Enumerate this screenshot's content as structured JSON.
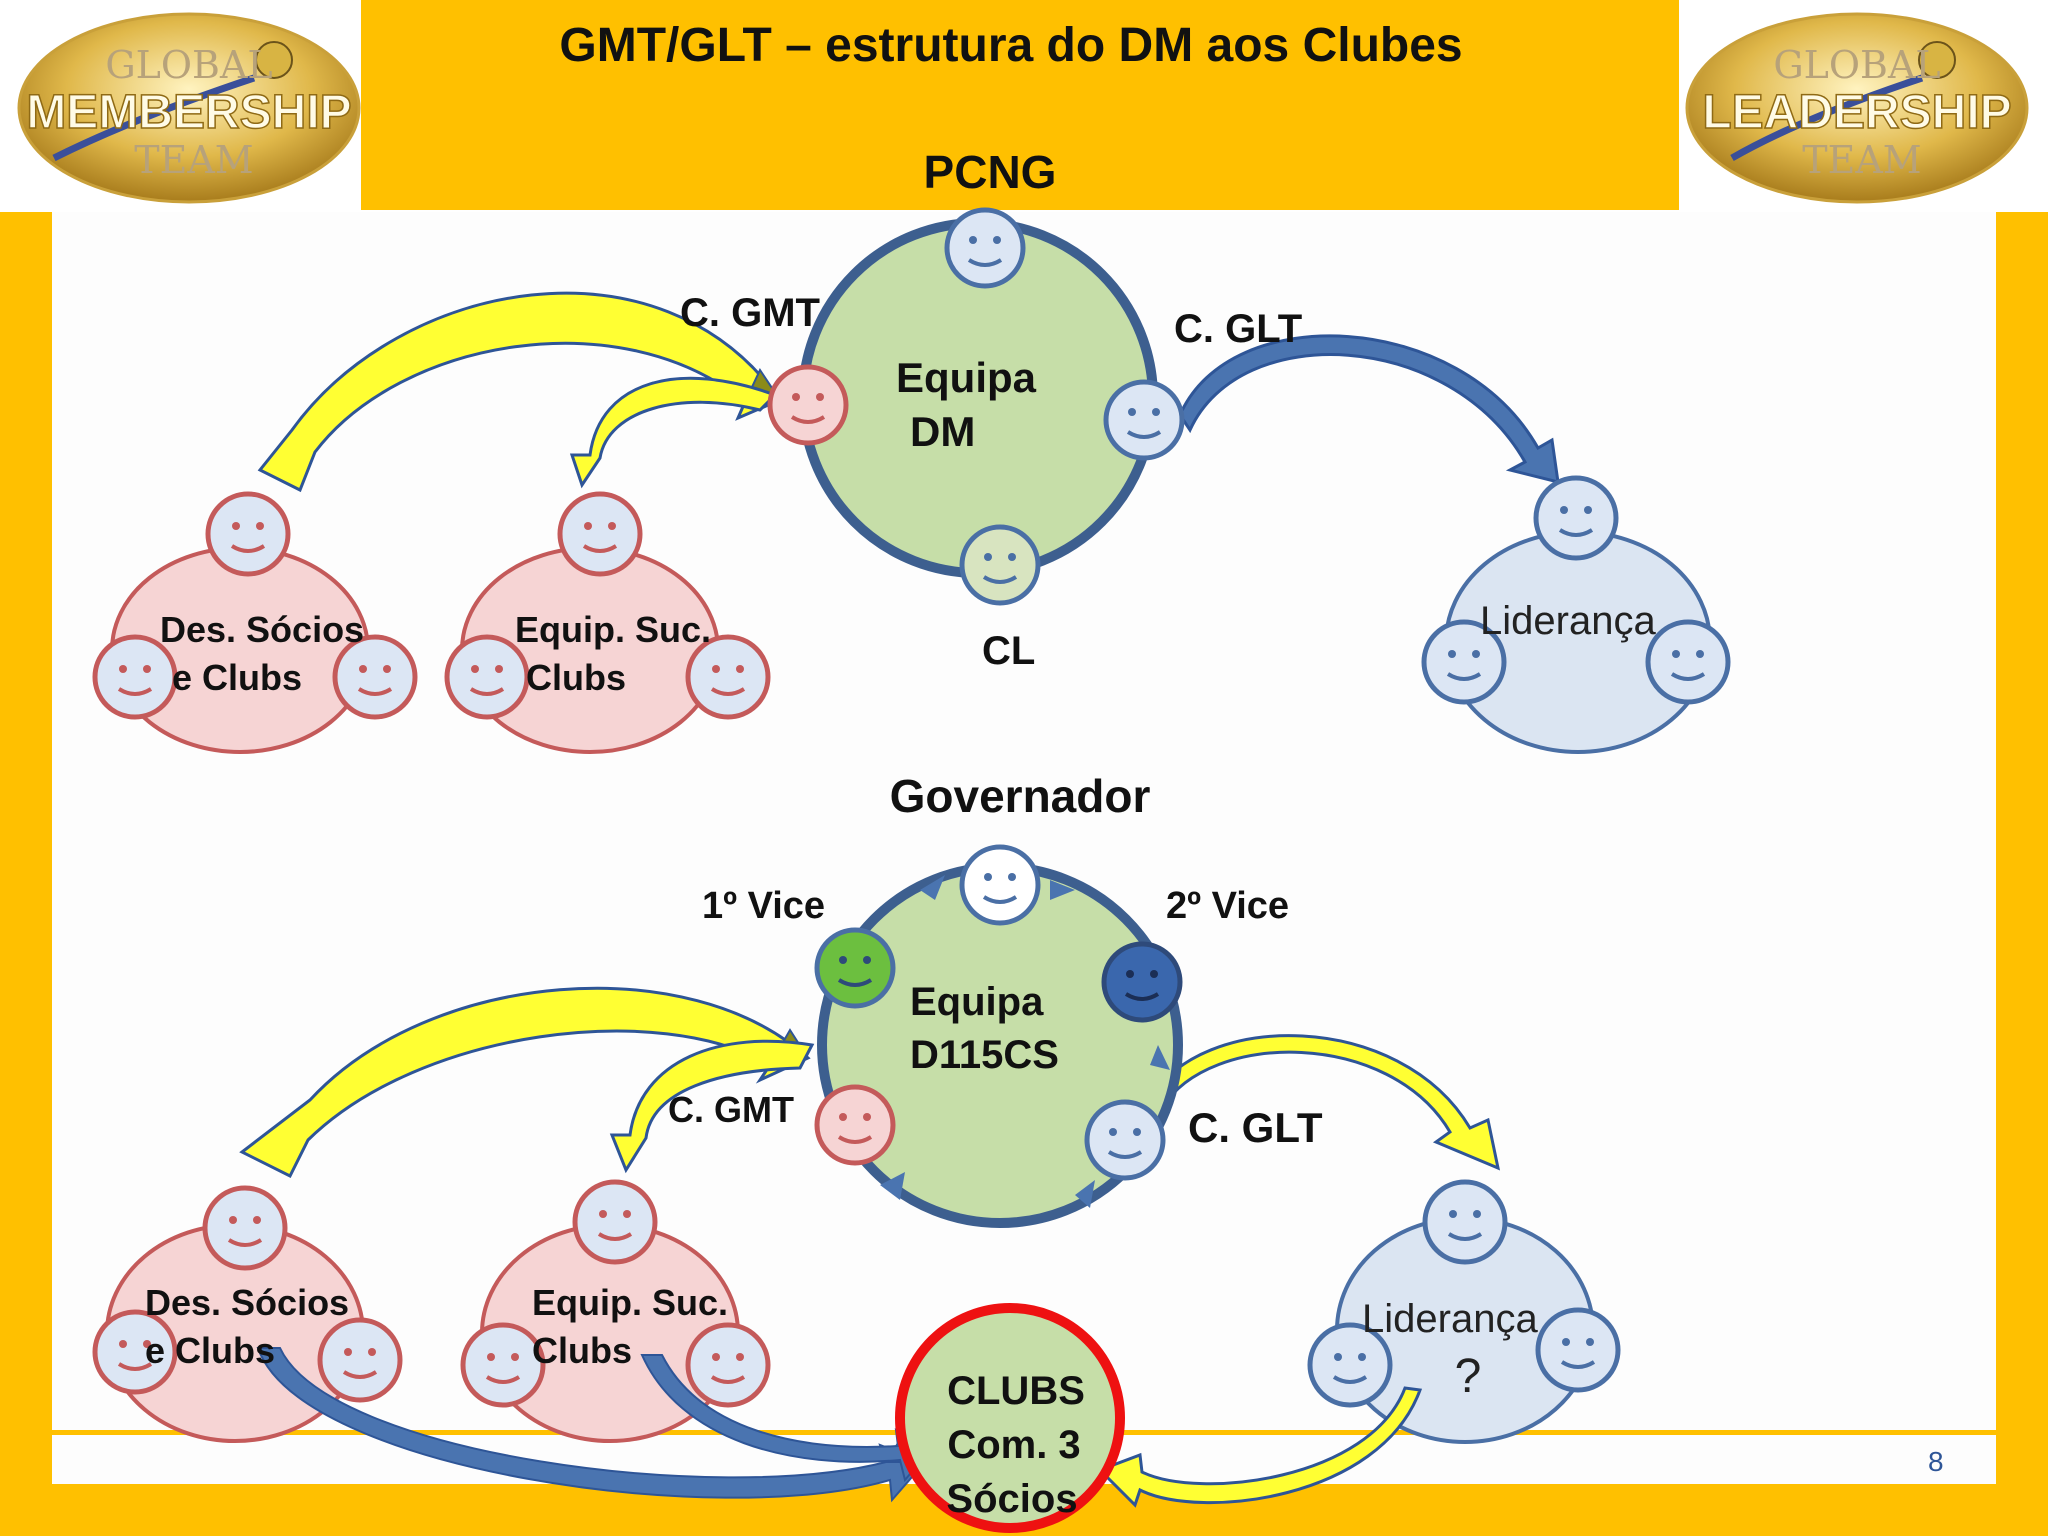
{
  "header": {
    "title": "GMT/GLT – estrutura  do DM aos Clubes"
  },
  "logos": {
    "left": {
      "line1": "GLOBAL",
      "line2": "MEMBERSHIP",
      "line3": "TEAM"
    },
    "right": {
      "line1": "GLOBAL",
      "line2": "LEADERSHIP",
      "line3": "TEAM"
    }
  },
  "top_section": {
    "head_label": "PCNG",
    "center_label_1": "Equipa",
    "center_label_2": "DM",
    "bottom_label": "CL",
    "gmt_label": "C. GMT",
    "glt_label": "C. GLT",
    "group_des_1": "Des. Sócios",
    "group_des_2": "e Clubs",
    "group_equip_1": "Equip. Suc.",
    "group_equip_2": "Clubs",
    "group_lid": "Liderança"
  },
  "bottom_section": {
    "head_label": "Governador",
    "vice1_label": "1º Vice",
    "vice2_label": "2º Vice",
    "center_label_1": "Equipa",
    "center_label_2": "D115CS",
    "gmt_label": "C. GMT",
    "glt_label": "C. GLT",
    "group_des_1": "Des. Sócios",
    "group_des_2": "e Clubs",
    "group_equip_1": "Equip. Suc.",
    "group_equip_2": "Clubs",
    "group_lid": "Liderança",
    "group_lid_q": "?",
    "clubs_1": "CLUBS",
    "clubs_2": "Com. 3",
    "clubs_3": "Sócios"
  },
  "footer": {
    "page_number": "8"
  },
  "colors": {
    "accent_yellow": "#ffc000",
    "team_green": "#c6dea8",
    "team_border": "#3d5f8f",
    "group_pink": "#f6d4d4",
    "group_pink_border": "#c45a5a",
    "group_blue": "#dbe5f2",
    "group_blue_border": "#4a6fa5",
    "face_blue": "#dce6f4",
    "face_blue_border": "#4a6fa5",
    "face_pink": "#f6d4d4",
    "face_pink_border": "#c45a5a",
    "face_green": "#6cbf3f",
    "face_navy": "#3a67ad",
    "arrow_yellow": "#ffff33",
    "arrow_olive": "#8b8b1a",
    "arrow_blue": "#4a74b0",
    "clubs_red": "#ee1111"
  }
}
